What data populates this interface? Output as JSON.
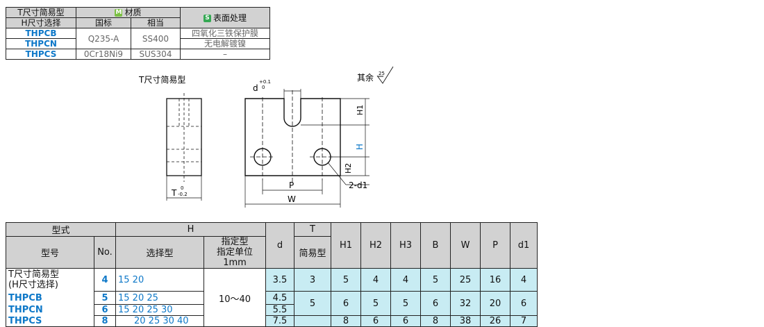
{
  "material_table": {
    "header": {
      "type": "T尺寸简易型",
      "h_select": "H尺寸选择",
      "material_icon": "M",
      "material": "材质",
      "national": "国标",
      "equivalent": "相当",
      "surface_icon": "S",
      "surface": "表面处理"
    },
    "codes": [
      "THPCB",
      "THPCN",
      "THPCS"
    ],
    "mat_gb_1": "Q235-A",
    "mat_eq_1": "SS400",
    "surface_1": "四氧化三铁保护膜",
    "surface_2": "无电解镀镍",
    "mat_gb_2": "0Cr18Ni9",
    "mat_eq_2": "SUS304",
    "surface_3": "–"
  },
  "drawing": {
    "title": "T尺寸简易型",
    "roughness_prefix": "其余",
    "roughness_value": "25",
    "d_label": "d",
    "d_upper_tol": "+0.1",
    "d_lower_tol": "0",
    "t_label": "T",
    "t_upper_tol": "0",
    "t_lower_tol": "-0.2",
    "h1_label": "H1",
    "h_label": "H",
    "h2_label": "H2",
    "p_label": "P",
    "w_label": "W",
    "holes_label": "2-d1"
  },
  "spec_table": {
    "headers": {
      "model_type": "型式",
      "h": "H",
      "d": "d",
      "t": "T",
      "model": "型号",
      "no": "No.",
      "select": "选择型",
      "specified_1": "指定型",
      "specified_2": "指定单位1mm",
      "t_simple": "简易型",
      "h1": "H1",
      "h2": "H2",
      "h3": "H3",
      "b": "B",
      "w": "W",
      "p": "P",
      "d1": "d1"
    },
    "type_name_1": "T尺寸简易型",
    "type_name_2": "(H尺寸选择)",
    "codes": [
      "THPCB",
      "THPCN",
      "THPCS"
    ],
    "specified_range": "10～40",
    "rows": [
      {
        "no": "4",
        "select": "15  20",
        "d": "3.5",
        "t": "3",
        "h1": "5",
        "h2": "4",
        "h3": "4",
        "b": "5",
        "w": "25",
        "p": "16",
        "d1": "4"
      },
      {
        "no": "5",
        "select": "15  20  25",
        "d": "4.5",
        "t": "5",
        "h1": "6",
        "h2": "5",
        "h3": "5",
        "b": "6",
        "w": "32",
        "p": "20",
        "d1": "6"
      },
      {
        "no": "6",
        "select": "15  20  25  30",
        "d": "5.5"
      },
      {
        "no": "8",
        "select": "20  25  30  40",
        "d": "7.5",
        "h1": "8",
        "h2": "6",
        "h3": "6",
        "b": "8",
        "w": "38",
        "p": "26",
        "d1": "7"
      }
    ]
  },
  "colors": {
    "accent_blue": "#0e78c8",
    "header_gray": "#d2d2d2",
    "value_cyan": "#c8ecf3",
    "material_green": "#7bc043",
    "surface_green": "#35a853"
  }
}
